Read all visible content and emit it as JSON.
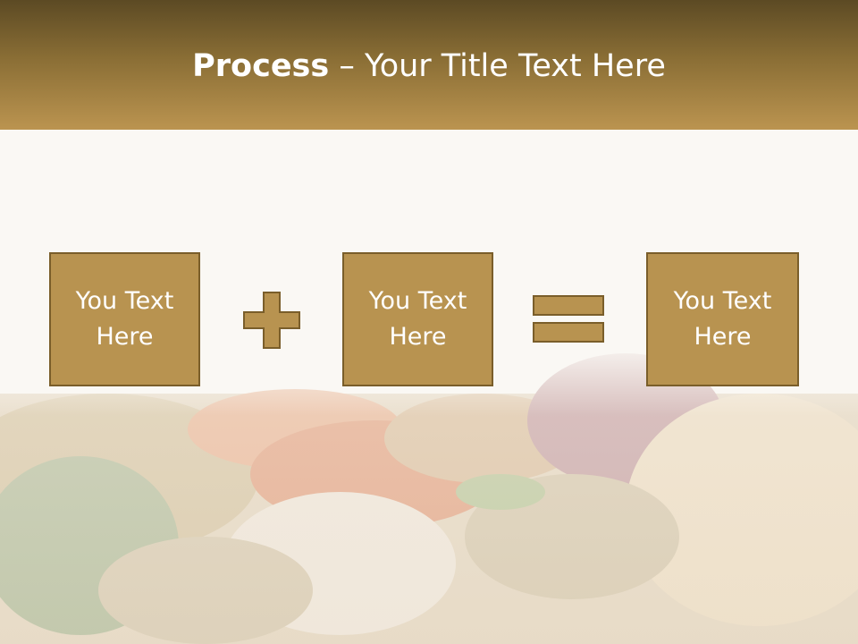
{
  "slide": {
    "title_bold": "Process",
    "title_rest": " – Your Title Text Here",
    "boxes": [
      {
        "label": "You Text Here"
      },
      {
        "label": "You Text Here"
      },
      {
        "label": "You Text Here"
      }
    ]
  },
  "colors": {
    "header_top": "#5c4a24",
    "header_bottom": "#bb9450",
    "box_fill": "#b89350",
    "box_border": "#7a5e2a"
  },
  "icons": [
    "plus-icon",
    "equals-icon"
  ]
}
